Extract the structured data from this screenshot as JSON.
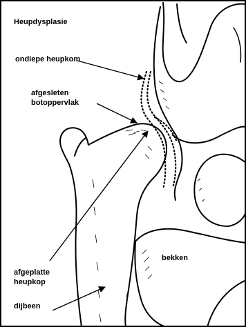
{
  "diagram": {
    "title": "Heupdysplasie",
    "labels": {
      "shallow_socket": "ondiepe heupkom",
      "worn_surface_line1": "afgesleten",
      "worn_surface_line2": "botoppervlak",
      "pelvis": "bekken",
      "flattened_head_line1": "afgeplatte",
      "flattened_head_line2": "heupkop",
      "femur": "dijbeen"
    },
    "colors": {
      "ink": "#000000",
      "paper": "#ffffff"
    }
  }
}
